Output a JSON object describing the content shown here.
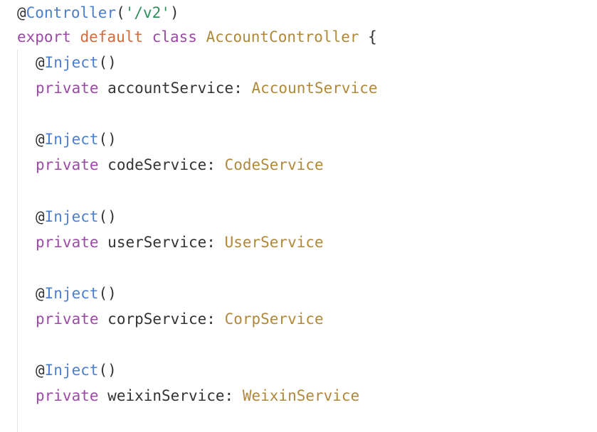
{
  "colors": {
    "background": "#ffffff",
    "default_text": "#333333",
    "decorator": "#4a7fcf",
    "string": "#2f8f5a",
    "keyword_purple": "#9b4aa6",
    "keyword_orange": "#d46a3b",
    "type": "#b0883a",
    "indent_guide": "#e3e3e3"
  },
  "code": {
    "controller_line": {
      "at": "@",
      "name": "Controller",
      "open": "(",
      "arg": "'/v2'",
      "close": ")"
    },
    "class_line": {
      "export": "export",
      "default": "default",
      "class": "class",
      "name": "AccountController",
      "brace": "{"
    },
    "members": [
      {
        "decorator_at": "@",
        "decorator": "Inject",
        "decorator_parens": "()",
        "modifier": "private",
        "field": "accountService",
        "colon": ":",
        "type": "AccountService"
      },
      {
        "decorator_at": "@",
        "decorator": "Inject",
        "decorator_parens": "()",
        "modifier": "private",
        "field": "codeService",
        "colon": ":",
        "type": "CodeService"
      },
      {
        "decorator_at": "@",
        "decorator": "Inject",
        "decorator_parens": "()",
        "modifier": "private",
        "field": "userService",
        "colon": ":",
        "type": "UserService"
      },
      {
        "decorator_at": "@",
        "decorator": "Inject",
        "decorator_parens": "()",
        "modifier": "private",
        "field": "corpService",
        "colon": ":",
        "type": "CorpService"
      },
      {
        "decorator_at": "@",
        "decorator": "Inject",
        "decorator_parens": "()",
        "modifier": "private",
        "field": "weixinService",
        "colon": ":",
        "type": "WeixinService"
      }
    ]
  }
}
